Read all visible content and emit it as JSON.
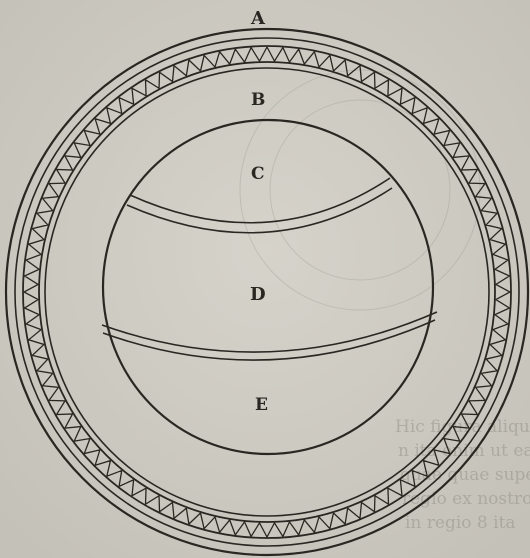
{
  "figure": {
    "labels": {
      "a": "A",
      "b": "B",
      "c": "C",
      "d": "D",
      "e": "E"
    },
    "bleed_text": {
      "line1": "Hic  figura  aliquaemaneat  quae  ad  ea",
      "line2": "n  ita  enim  ut  ea  circa  istam  ut  si",
      "line3": "quae  quae  super  ut  ima  mi  ra  ad",
      "line4": "regio  ex  nostro  ibi  ut  ipso",
      "line5": "in  regio  8  ita"
    },
    "ink_color": "#2a2722",
    "paper_color": "#cfccc4",
    "zigzag_ring": {
      "teeth_count": 96
    }
  }
}
